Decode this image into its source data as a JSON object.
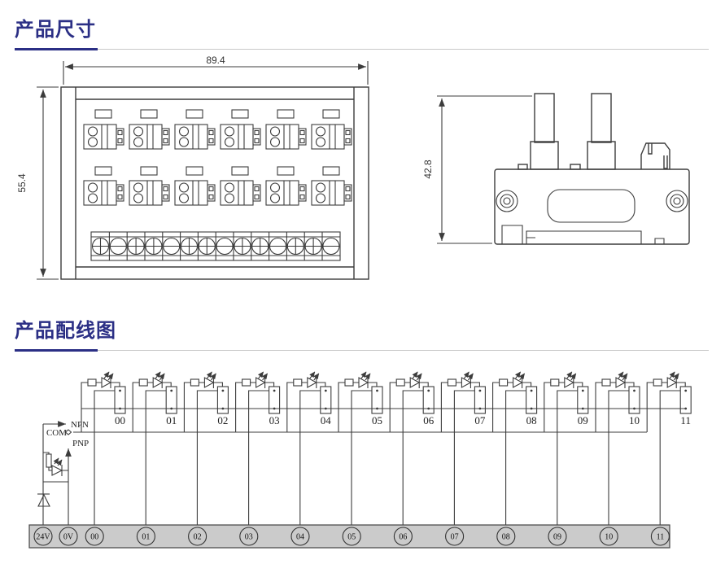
{
  "colors": {
    "accent": "#2b2f85",
    "drawing_line": "#3c3c3c",
    "terminal_strip_fill": "#cbcbcb",
    "underline_gray": "#c9c9c9"
  },
  "sections": {
    "dimensions": {
      "title": "产品尺寸"
    },
    "wiring": {
      "title": "产品配线图"
    }
  },
  "front_view": {
    "width_label": "89.4",
    "height_label": "55.4",
    "relay_columns": 6,
    "relay_rows": 2,
    "screw_terminal_count": 14
  },
  "side_view": {
    "height_label": "42.8"
  },
  "wiring": {
    "labels": {
      "npn": "NPN",
      "com": "COM",
      "pnp": "PNP"
    },
    "channels": [
      "00",
      "01",
      "02",
      "03",
      "04",
      "05",
      "06",
      "07",
      "08",
      "09",
      "10",
      "11"
    ],
    "terminals": [
      "24V",
      "0V",
      "00",
      "01",
      "02",
      "03",
      "04",
      "05",
      "06",
      "07",
      "08",
      "09",
      "10",
      "11"
    ]
  }
}
